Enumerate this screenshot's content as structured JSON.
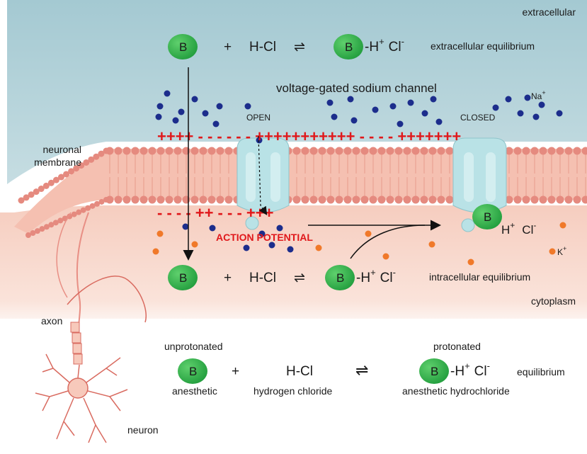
{
  "labels": {
    "extracellular": "extracellular",
    "cytoplasm": "cytoplasm",
    "extracellular_equilibrium": "extracellular equilibrium",
    "intracellular_equilibrium": "intracellular equilibrium",
    "sodium_channel": "voltage-gated sodium channel",
    "open": "OPEN",
    "closed": "CLOSED",
    "na": "Na",
    "na_sup": "+",
    "k": "K",
    "k_sup": "+",
    "neuronal_membrane_1": "neuronal",
    "neuronal_membrane_2": "membrane",
    "axon": "axon",
    "neuron": "neuron",
    "action_potential": "ACTION POTENTIAL",
    "equilibrium": "equilibrium"
  },
  "chem": {
    "base": "B",
    "plus": "+",
    "hcl": "H-Cl",
    "bh": "-H",
    "h_sup": "+",
    "cl": "Cl",
    "cl_sup": "-",
    "h": "H",
    "equilibrium_arrows": "⇌"
  },
  "legend": {
    "unprotonated": "unprotonated",
    "anesthetic": "anesthetic",
    "hydrogen_chloride": "hydrogen chloride",
    "protonated": "protonated",
    "anesthetic_hydrochloride": "anesthetic hydrochloride"
  },
  "charges": {
    "top_row": "++++ - - -      - - - +++++++++++ - - - - +++++++",
    "bottom_row": "- - - - ++ - - - +++"
  },
  "colors": {
    "extracellular_bg": "#a9cdd6",
    "cytoplasm_bg": "#f7d8cc",
    "lipid_head": "#e88f85",
    "lipid_tail": "#f2b8aa",
    "base_green": "#2fb54a",
    "na_blue": "#1c2d8c",
    "k_orange": "#f0792a",
    "channel": "#b9e2e6",
    "charge_red": "#e0181b"
  }
}
